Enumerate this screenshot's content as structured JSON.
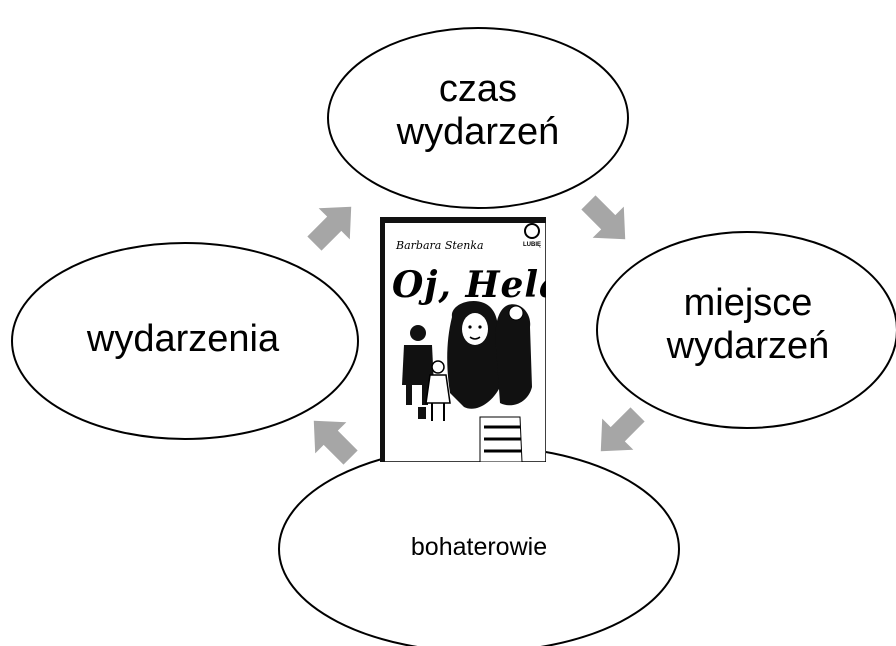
{
  "diagram": {
    "nodes": {
      "czas": {
        "line1": "czas",
        "line2": "wydarzeń"
      },
      "miejsce": {
        "line1": "miejsce",
        "line2": "wydarzeń"
      },
      "bohaterowie": {
        "label": "bohaterowie"
      },
      "wydarzenia": {
        "label": "wydarzenia"
      }
    },
    "book": {
      "author": "Barbara Stenka",
      "title": "Oj, Hela!",
      "publisher": "LUBIĘ"
    },
    "colors": {
      "arrow": "#a6a6a6",
      "outline": "#000000",
      "background": "#ffffff"
    }
  }
}
